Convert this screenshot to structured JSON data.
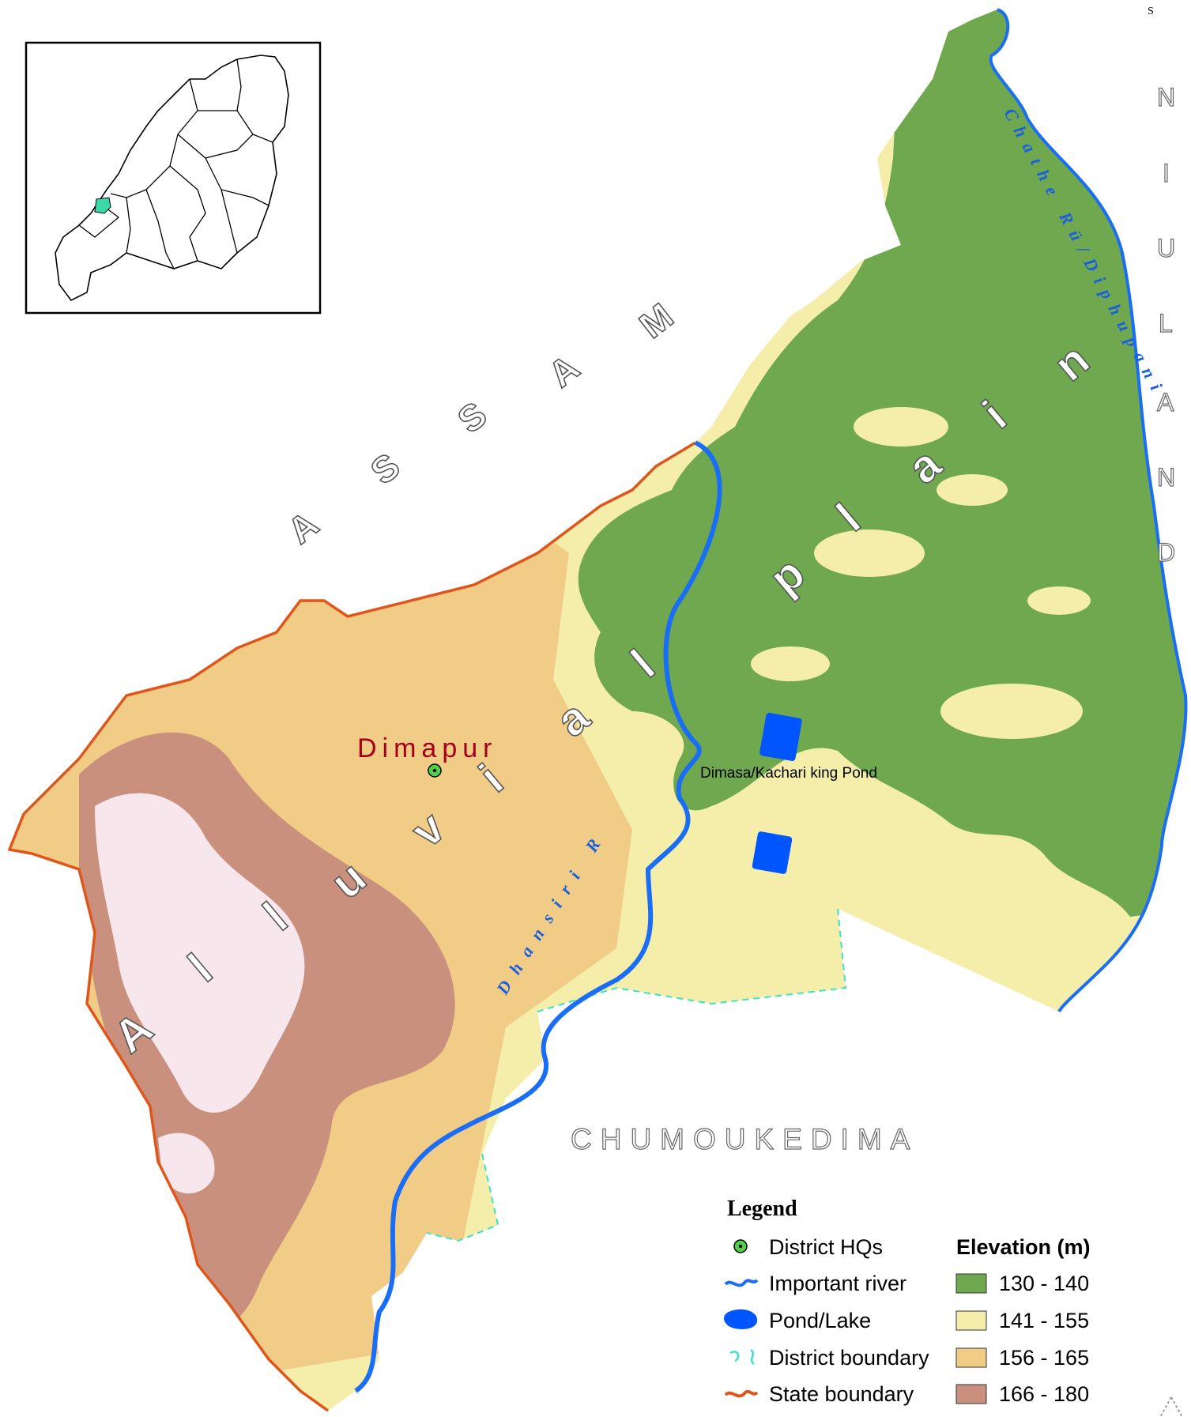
{
  "labels": {
    "assam_letters": [
      "A",
      "S",
      "S",
      "A",
      "M"
    ],
    "nagaland_letters": [
      "N",
      "I",
      "U",
      "L",
      "A",
      "N",
      "D"
    ],
    "chumoukedima": "CHUMOUKEDIMA",
    "alluvial_plain_letters": [
      "A",
      "l",
      "l",
      "u",
      "v",
      "i",
      "a",
      "l",
      "p",
      "l",
      "a",
      "i",
      "n"
    ],
    "hq_name": "Dimapur",
    "pond_label": "Dimasa/Kachari king Pond",
    "river_dhansiri": "Dhansiri R",
    "river_chathe": "Chathe Rü/Diphupani",
    "corner_mark": "S"
  },
  "legend": {
    "title": "Legend",
    "symbols": [
      {
        "label": "District HQs",
        "icon": "district-hq-icon"
      },
      {
        "label": "Important river",
        "icon": "river-icon"
      },
      {
        "label": "Pond/Lake",
        "icon": "pond-icon"
      },
      {
        "label": "District boundary",
        "icon": "district-boundary-icon"
      },
      {
        "label": "State boundary",
        "icon": "state-boundary-icon"
      }
    ],
    "elevation_title": "Elevation (m)",
    "elevation_classes": [
      {
        "label": "130 - 140",
        "color": "#6fa84f"
      },
      {
        "label": "141 - 155",
        "color": "#f4eeaa"
      },
      {
        "label": "156 - 165",
        "color": "#f0cc86"
      },
      {
        "label": "166 - 180",
        "color": "#c9907e"
      }
    ],
    "extra_class_color": "#f7e6ec"
  },
  "colors": {
    "river": "#1a6ef5",
    "state_boundary": "#e0561a",
    "district_boundary": "#3fe0c8",
    "hq": "#4fd14f",
    "inset_highlight": "#39d9a8",
    "hq_label": "#a6001a"
  }
}
